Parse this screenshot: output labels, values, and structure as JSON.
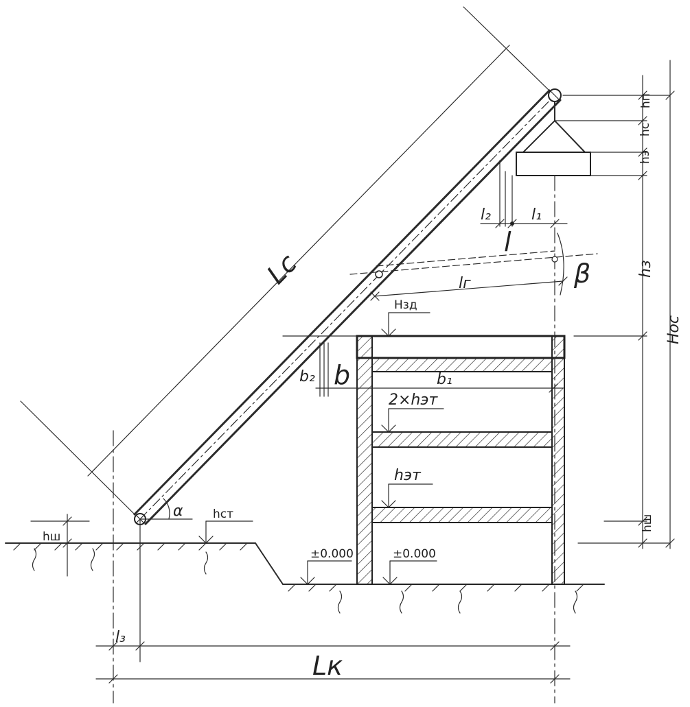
{
  "labels": {
    "boom_length": "Lс",
    "reach": "Lк",
    "l3": "l₃",
    "alpha": "α",
    "beta": "β",
    "h_st": "hст",
    "h_sh_left": "hш",
    "h_sh_right": "hш",
    "zero_ground": "±0.000",
    "zero_floor": "±0.000",
    "h_et": "hэт",
    "two_h_et": "2×hэт",
    "b": "b",
    "b2": "b₂",
    "b1": "b₁",
    "h_zd": "Hзд",
    "l_g": "lг",
    "l": "l",
    "l1": "l₁",
    "l2": "l₂",
    "h_p": "hп",
    "h_s": "hс",
    "h_e": "hэ",
    "h_z": "hз",
    "h_os": "Hос"
  }
}
